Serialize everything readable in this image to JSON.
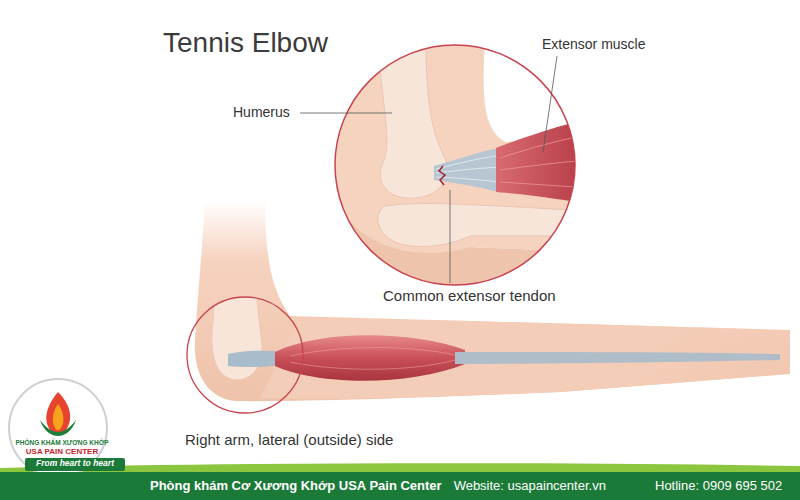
{
  "diagram": {
    "title": "Tennis Elbow",
    "nodes": [
      {
        "text": [
          "Phòng khám Cơ Xương Khớp USA Pain Center",
          "Website: usapaincenter.vn",
          "Hotline: 0909 695 502"
        ]
      },
      {
        "text": [
          "PHÒNG KHÁM XƯƠNG KHỚP",
          "USA PAIN CENTER"
        ]
      },
      {
        "text": [
          "From heart to heart"
        ],
        "in": 1
      }
    ],
    "labels": [
      "Humerus",
      "Extensor muscle",
      "Common extensor tendon",
      "Right arm, lateral (outside) side"
    ]
  }
}
